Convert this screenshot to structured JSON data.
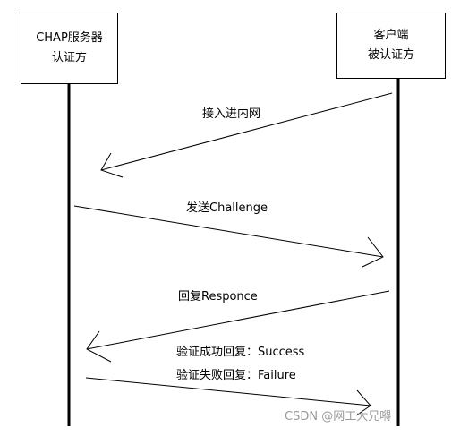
{
  "server": {
    "name": "CHAP服务器",
    "role": "认证方"
  },
  "client": {
    "name": "客户端",
    "role": "被认证方"
  },
  "messages": [
    {
      "label": "接入进内网",
      "direction": "client-to-server"
    },
    {
      "label": "发送Challenge",
      "direction": "server-to-client"
    },
    {
      "label": "回复Responce",
      "direction": "client-to-server"
    },
    {
      "label_success": "验证成功回复：Success",
      "label_failure": "验证失败回复：Failure",
      "direction": "server-to-client"
    }
  ],
  "watermark": "CSDN @网工大兄嘚"
}
